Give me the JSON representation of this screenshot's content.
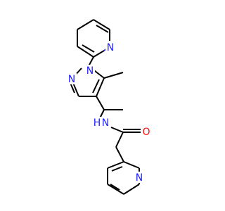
{
  "molecule": {
    "atom_labels": {
      "n_pyridine_top": "N",
      "n1_pyrazole": "N",
      "n2_pyrazole": "N",
      "nh_amide_n": "N",
      "nh_amide_h": "H",
      "o_carbonyl": "O",
      "n_pyridine_bottom": "N"
    },
    "colors": {
      "nitrogen": "#2121ff",
      "oxygen": "#ff0d0d",
      "carbon": "#000000"
    }
  }
}
